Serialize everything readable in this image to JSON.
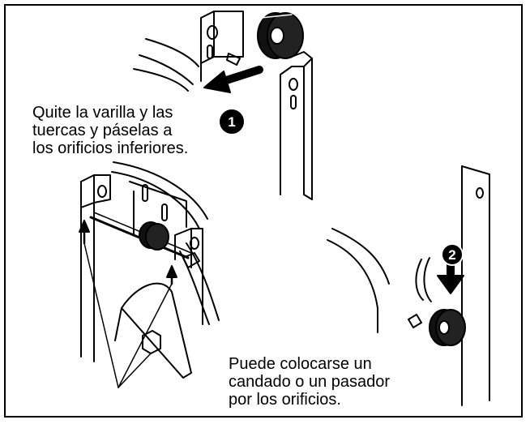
{
  "captions": {
    "step1": "Quite la varilla y las\ntuercas y páselas a\nlos orificios inferiores.",
    "padlock": "Puede colocarse un\ncandado o un pasador\npor los orificios."
  },
  "badges": {
    "step1": "1",
    "step2": "2"
  }
}
